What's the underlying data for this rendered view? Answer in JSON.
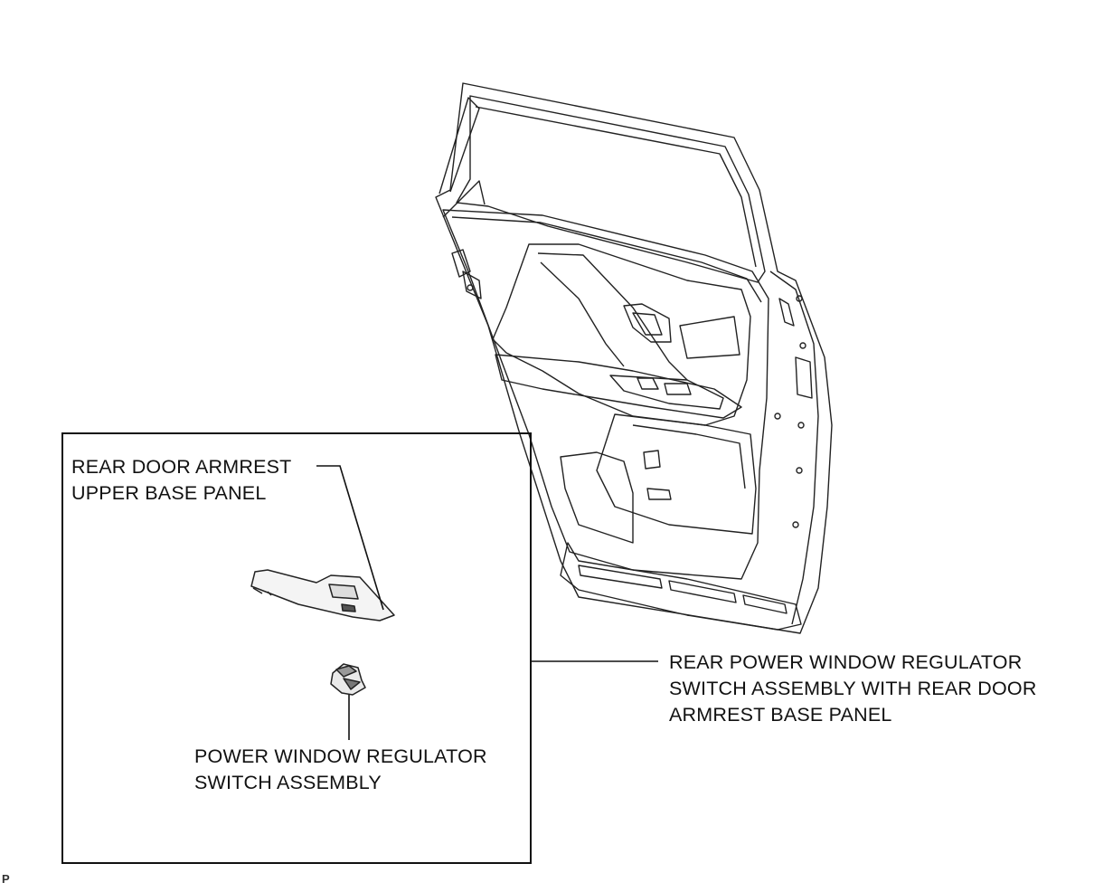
{
  "labels": {
    "armrest_upper_base_panel": [
      "REAR DOOR ARMREST",
      "UPPER BASE PANEL"
    ],
    "power_window_switch": [
      "POWER WINDOW REGULATOR",
      "SWITCH ASSEMBLY"
    ],
    "rear_switch_assembly": [
      "REAR POWER WINDOW REGULATOR",
      "SWITCH ASSEMBLY WITH REAR DOOR",
      "ARMREST BASE PANEL"
    ]
  },
  "reference_code": "P",
  "colors": {
    "line": "#111111",
    "background": "#ffffff"
  }
}
